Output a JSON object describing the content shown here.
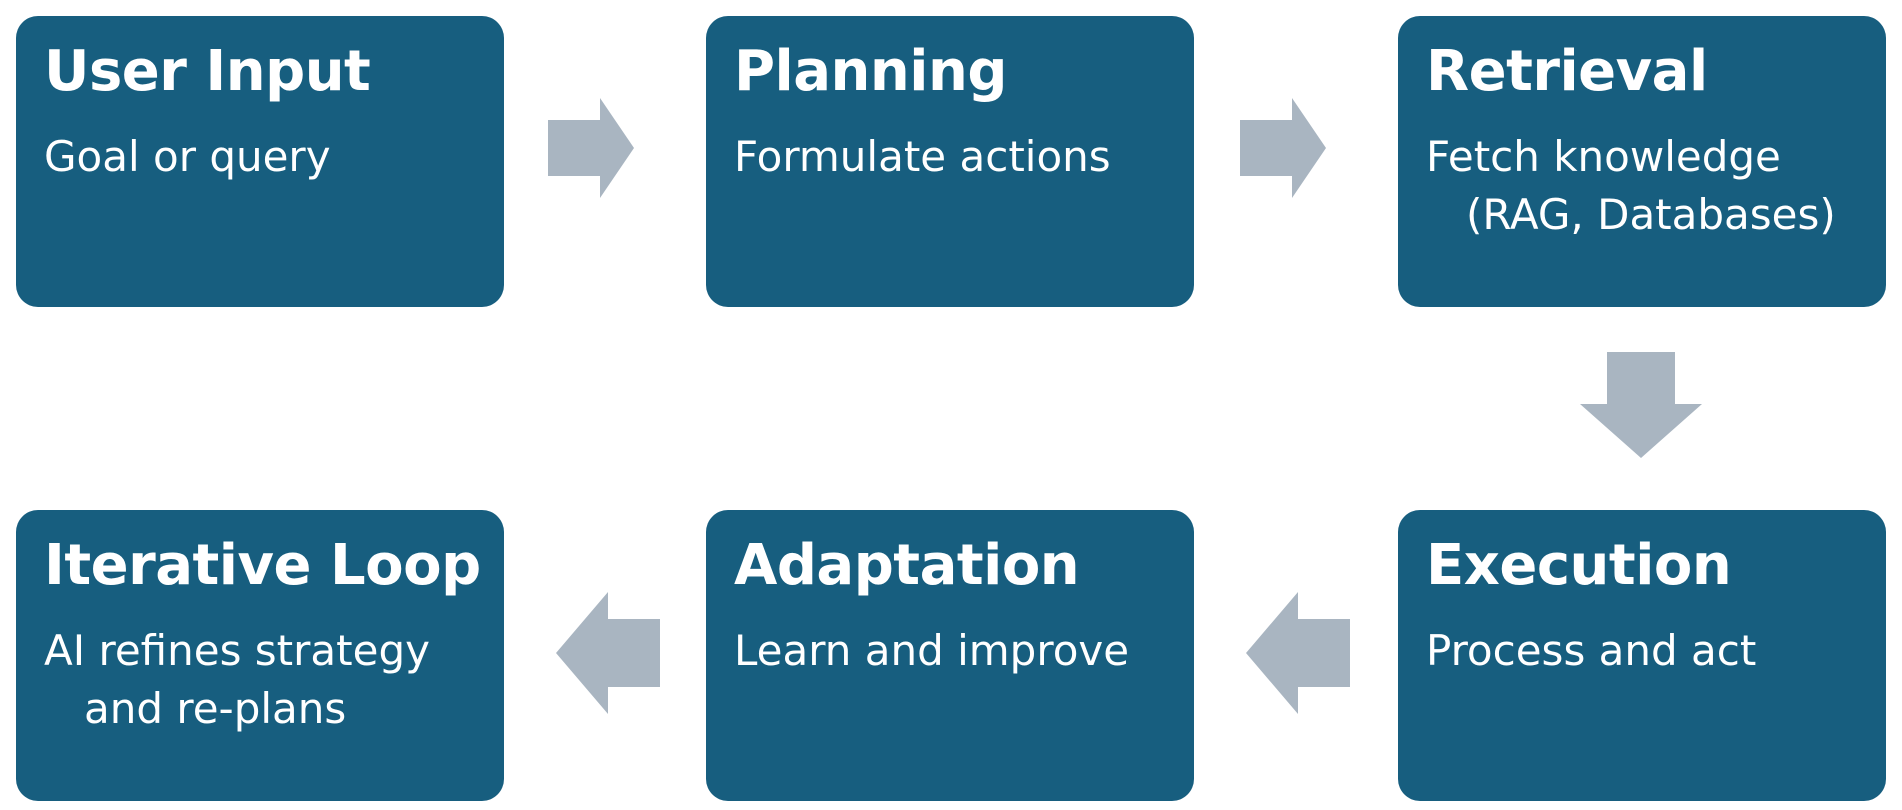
{
  "steps": {
    "user_input": {
      "title": "User Input",
      "lines": [
        "Goal or query"
      ]
    },
    "planning": {
      "title": "Planning",
      "lines": [
        "Formulate actions"
      ]
    },
    "retrieval": {
      "title": "Retrieval",
      "lines": [
        "Fetch knowledge",
        "(RAG, Databases)"
      ]
    },
    "execution": {
      "title": "Execution",
      "lines": [
        "Process and act"
      ]
    },
    "adaptation": {
      "title": "Adaptation",
      "lines": [
        "Learn and improve"
      ]
    },
    "iterative_loop": {
      "title": "Iterative Loop",
      "lines": [
        "AI refines strategy",
        "and re-plans"
      ]
    }
  },
  "colors": {
    "box_fill": "#175e7f",
    "box_text": "#ffffff",
    "arrow_fill": "#a9b5c1",
    "background": "#ffffff"
  },
  "icons": {
    "arrow_right": "arrow-right-icon",
    "arrow_down": "arrow-down-icon",
    "arrow_left": "arrow-left-icon"
  }
}
